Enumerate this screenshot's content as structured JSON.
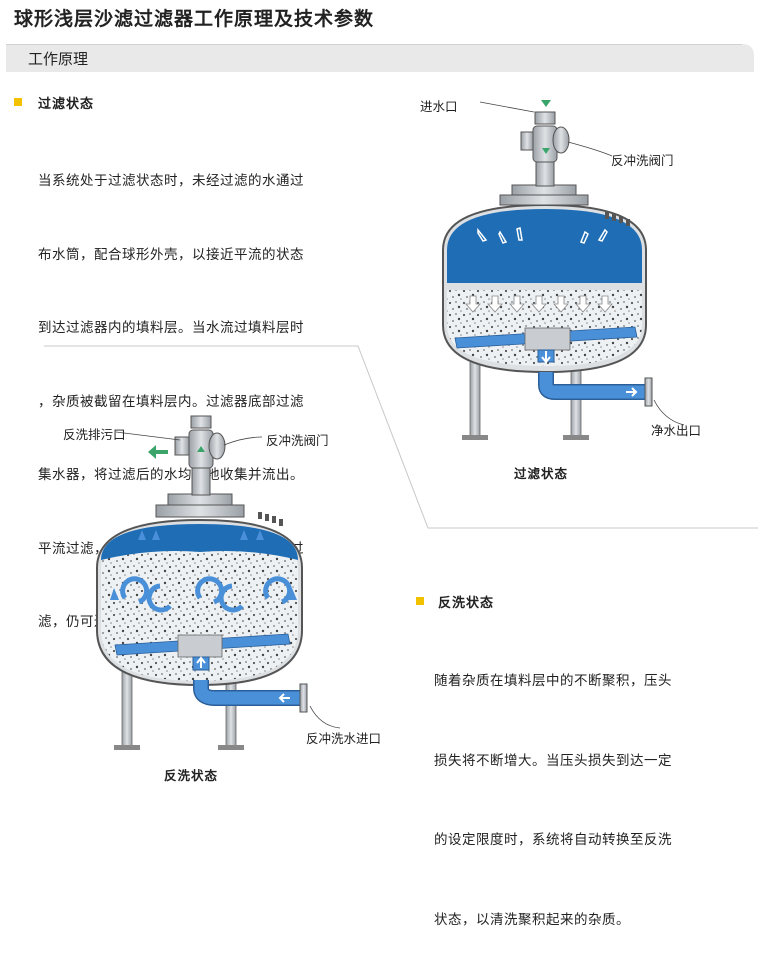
{
  "page_title": "球形浅层沙滤过滤器工作原理及技术参数",
  "section_label": "工作原理",
  "filtering": {
    "heading": "过滤状态",
    "lines": [
      "当系统处于过滤状态时，未经过滤的水通过",
      "布水筒，配合球形外壳，以接近平流的状态",
      "到达过滤器内的填料层。当水流过填料层时",
      "，杂质被截留在填料层内。过滤器底部过滤",
      "集水器，将过滤后的水均匀地收集并流出。",
      "平流过滤，决定过滤器可以在高的流速下过",
      "滤，仍可达到较好的过滤效果。"
    ],
    "caption": "过滤状态",
    "label_inlet": "进水口",
    "label_valve": "反冲洗阀门",
    "label_outlet": "净水出口"
  },
  "backwash": {
    "heading": "反洗状态",
    "lines": [
      "随着杂质在填料层中的不断聚积，压头",
      "损失将不断增大。当压头损失到达一定",
      "的设定限度时，系统将自动转换至反洗",
      "状态，以清洗聚积起来的杂质。"
    ],
    "caption": "反洗状态",
    "label_drain": "反洗排污口",
    "label_valve": "反冲洗阀门",
    "label_inlet": "反冲洗水进口"
  },
  "colors": {
    "accent_yellow": "#f2c200",
    "water_blue": "#1f6db5",
    "pipe_blue": "#4a90d9",
    "arrow_green": "#3aa46b",
    "tank_grey": "#b8bcc2"
  }
}
